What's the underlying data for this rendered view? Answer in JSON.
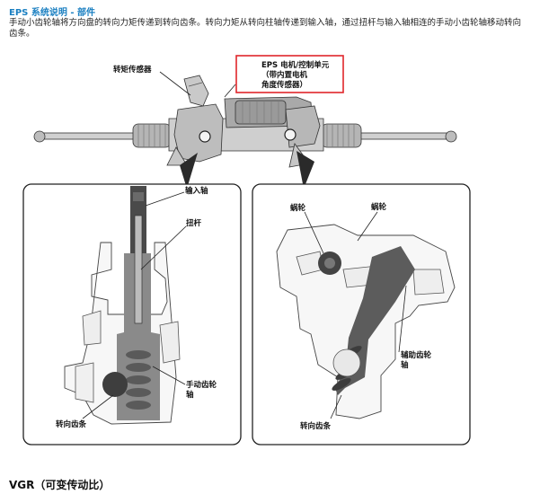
{
  "header": {
    "title": "EPS 系统说明 - 部件",
    "intro": "手动小齿轮轴将方向盘的转向力矩传递到转向齿条。转向力矩从转向柱轴传递到输入轴，通过扭杆与输入轴相连的手动小齿轮轴移动转向齿条。"
  },
  "top_figure": {
    "torque_sensor_label": "转矩传感器",
    "eps_unit_line1": "EPS 电机/控制单元",
    "eps_unit_line2": "（带内置电机",
    "eps_unit_line3": "角度传感器）",
    "highlight_color": "#e0262b"
  },
  "left_panel": {
    "input_shaft": "输入轴",
    "torsion_bar": "扭杆",
    "manual_pinion_line1": "手动齿轮",
    "manual_pinion_line2": "轴",
    "steering_rack": "转向齿条"
  },
  "right_panel": {
    "worm_left": "蜗轮",
    "worm_right": "蜗轮",
    "assist_pinion_line1": "辅助齿轮",
    "assist_pinion_line2": "轴",
    "steering_rack": "转向齿条"
  },
  "footer": {
    "section_title": "VGR（可变传动比）"
  }
}
